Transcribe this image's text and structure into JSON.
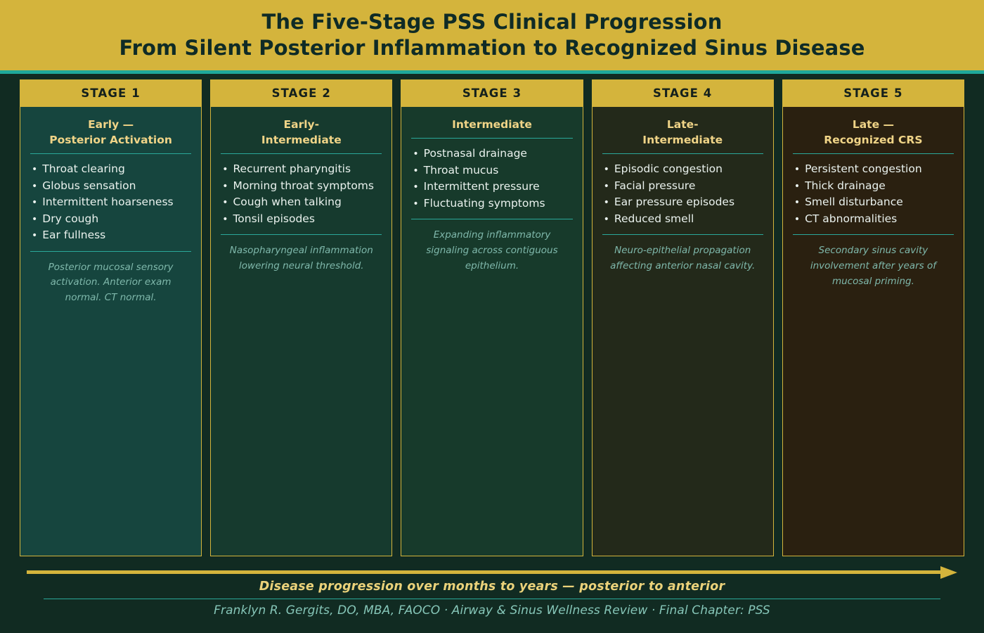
{
  "header": {
    "title_line1": "The Five-Stage PSS Clinical Progression",
    "title_line2": "From Silent Posterior Inflammation to Recognized Sinus Disease"
  },
  "theme": {
    "gold": "#D4B43C",
    "teal_accent": "#1FA89A",
    "page_background": "#112B22",
    "title_text": "#0F2B26",
    "card_title": "#F0D487",
    "symptom_text": "#EAF2EE",
    "mechanism_text": "#7FB8AB"
  },
  "stages": [
    {
      "stage_label": "STAGE 1",
      "title": "Early —\nPosterior Activation",
      "body_color": "#16453E",
      "symptoms": [
        "Throat clearing",
        "Globus sensation",
        "Intermittent hoarseness",
        "Dry cough",
        "Ear fullness"
      ],
      "mechanism": "Posterior mucosal sensory activation. Anterior exam normal. CT normal."
    },
    {
      "stage_label": "STAGE 2",
      "title": "Early-\nIntermediate",
      "body_color": "#163A2E",
      "symptoms": [
        "Recurrent pharyngitis",
        "Morning throat symptoms",
        "Cough when talking",
        "Tonsil episodes"
      ],
      "mechanism": "Nasopharyngeal inflammation lowering neural threshold."
    },
    {
      "stage_label": "STAGE 3",
      "title": "Intermediate",
      "body_color": "#173A2B",
      "symptoms": [
        "Postnasal drainage",
        "Throat mucus",
        "Intermittent pressure",
        "Fluctuating symptoms"
      ],
      "mechanism": "Expanding inflammatory signaling across contiguous epithelium."
    },
    {
      "stage_label": "STAGE 4",
      "title": "Late-\nIntermediate",
      "body_color": "#23291A",
      "symptoms": [
        "Episodic congestion",
        "Facial pressure",
        "Ear pressure episodes",
        "Reduced smell"
      ],
      "mechanism": "Neuro-epithelial propagation affecting anterior nasal cavity."
    },
    {
      "stage_label": "STAGE 5",
      "title": "Late —\nRecognized CRS",
      "body_color": "#2A2010",
      "symptoms": [
        "Persistent congestion",
        "Thick drainage",
        "Smell disturbance",
        "CT abnormalities"
      ],
      "mechanism": "Secondary sinus cavity involvement after years of mucosal priming."
    }
  ],
  "footer": {
    "progress_caption": "Disease progression over months to years — posterior to anterior",
    "attribution": "Franklyn R. Gergits, DO, MBA, FAOCO  ·  Airway & Sinus Wellness Review  ·  Final Chapter: PSS"
  },
  "bullet_glyph": "•"
}
